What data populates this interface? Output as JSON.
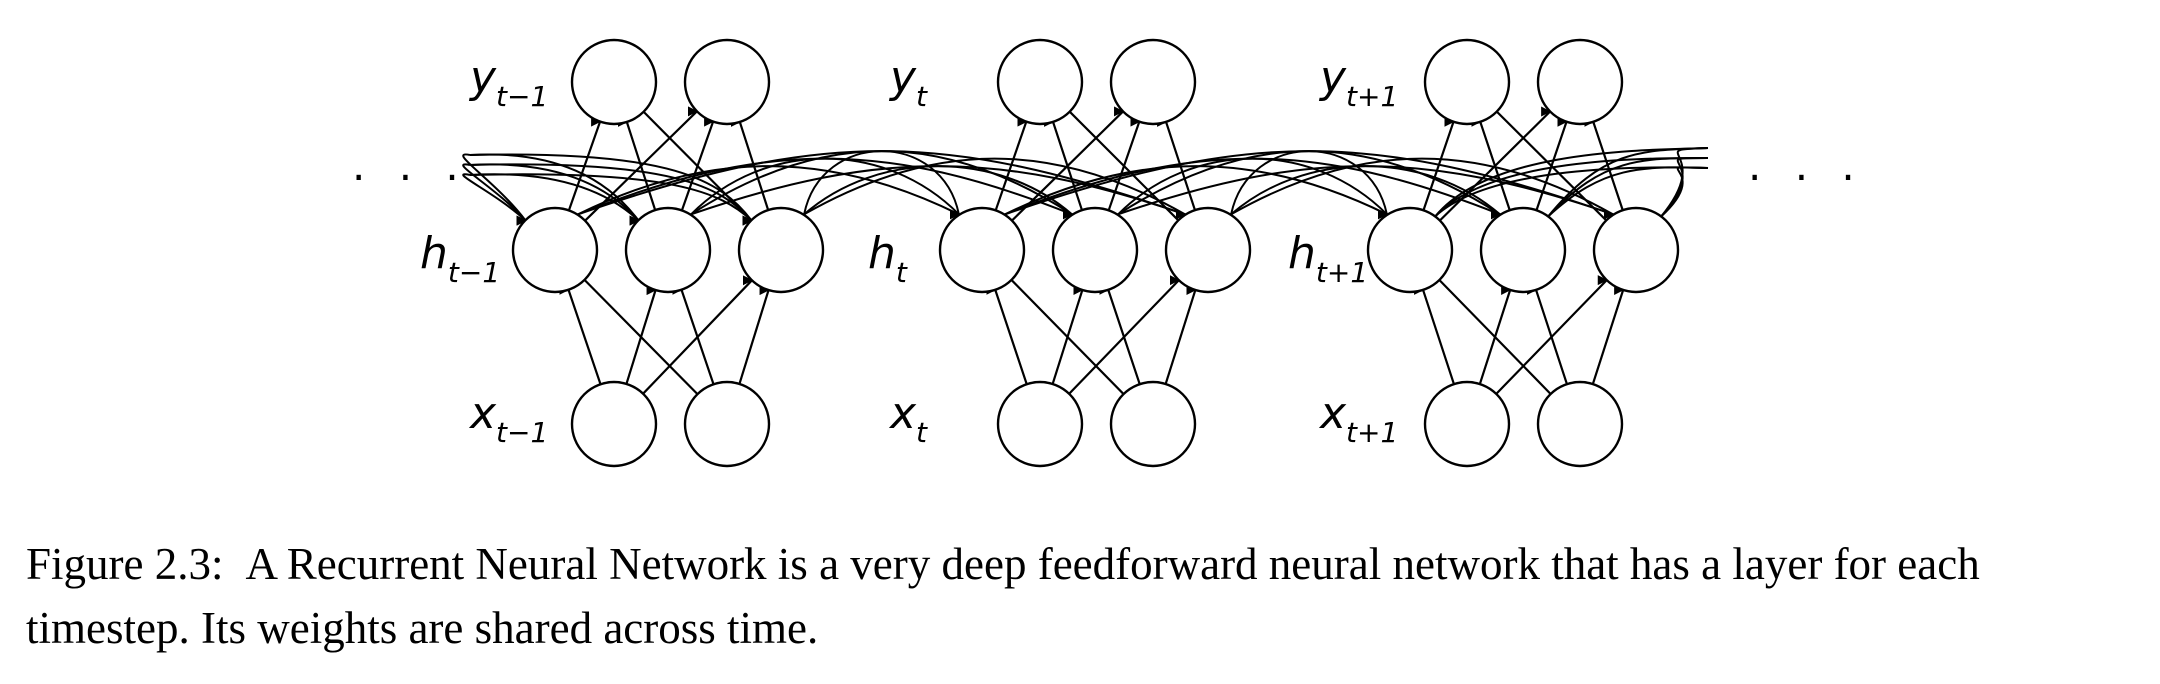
{
  "diagram": {
    "timesteps": [
      {
        "y_label": "y",
        "y_sub": "t−1",
        "h_label": "h",
        "h_sub": "t−1",
        "x_label": "x",
        "x_sub": "t−1"
      },
      {
        "y_label": "y",
        "y_sub": "t",
        "h_label": "h",
        "h_sub": "t",
        "x_label": "x",
        "x_sub": "t"
      },
      {
        "y_label": "y",
        "y_sub": "t+1",
        "h_label": "h",
        "h_sub": "t+1",
        "x_label": "x",
        "x_sub": "t+1"
      }
    ],
    "left_ellipsis": ". . .",
    "right_ellipsis": ". . .",
    "nodes_per_layer": {
      "y": 2,
      "h": 3,
      "x": 2
    }
  },
  "caption": {
    "number": "Figure 2.3:",
    "text": "A Recurrent Neural Network is a very deep feedforward neural network that has a layer for each timestep. Its weights are shared across time."
  }
}
